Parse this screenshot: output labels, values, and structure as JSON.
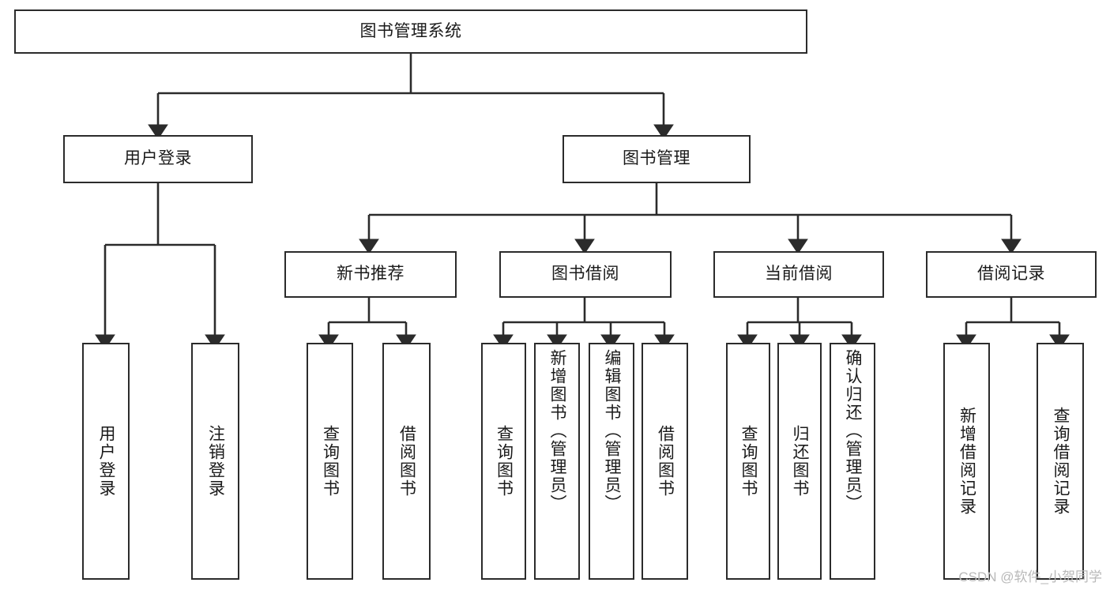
{
  "diagram": {
    "type": "tree-hierarchy",
    "title": "图书管理系统",
    "watermark": "CSDN @软件_小贺同学",
    "colors": {
      "stroke": "#2b2b2b",
      "background": "#ffffff",
      "text": "#1a1a1a",
      "watermark": "#b9b9b9"
    },
    "nodes": {
      "root": {
        "label": "图书管理系统"
      },
      "level2": [
        {
          "label": "用户登录"
        },
        {
          "label": "图书管理"
        }
      ],
      "level3": [
        {
          "label": "新书推荐"
        },
        {
          "label": "图书借阅"
        },
        {
          "label": "当前借阅"
        },
        {
          "label": "借阅记录"
        }
      ],
      "leaves": [
        {
          "label": "用户登录",
          "parent": "用户登录"
        },
        {
          "label": "注销登录",
          "parent": "用户登录"
        },
        {
          "label": "查询图书",
          "parent": "新书推荐"
        },
        {
          "label": "借阅图书",
          "parent": "新书推荐"
        },
        {
          "label": "查询图书",
          "parent": "图书借阅"
        },
        {
          "label": "新增图书（管理员）",
          "parent": "图书借阅"
        },
        {
          "label": "编辑图书（管理员）",
          "parent": "图书借阅"
        },
        {
          "label": "借阅图书",
          "parent": "图书借阅"
        },
        {
          "label": "查询图书",
          "parent": "当前借阅"
        },
        {
          "label": "归还图书",
          "parent": "当前借阅"
        },
        {
          "label": "确认归还（管理员）",
          "parent": "当前借阅"
        },
        {
          "label": "新增借阅记录",
          "parent": "借阅记录"
        },
        {
          "label": "查询借阅记录",
          "parent": "借阅记录"
        }
      ]
    }
  }
}
